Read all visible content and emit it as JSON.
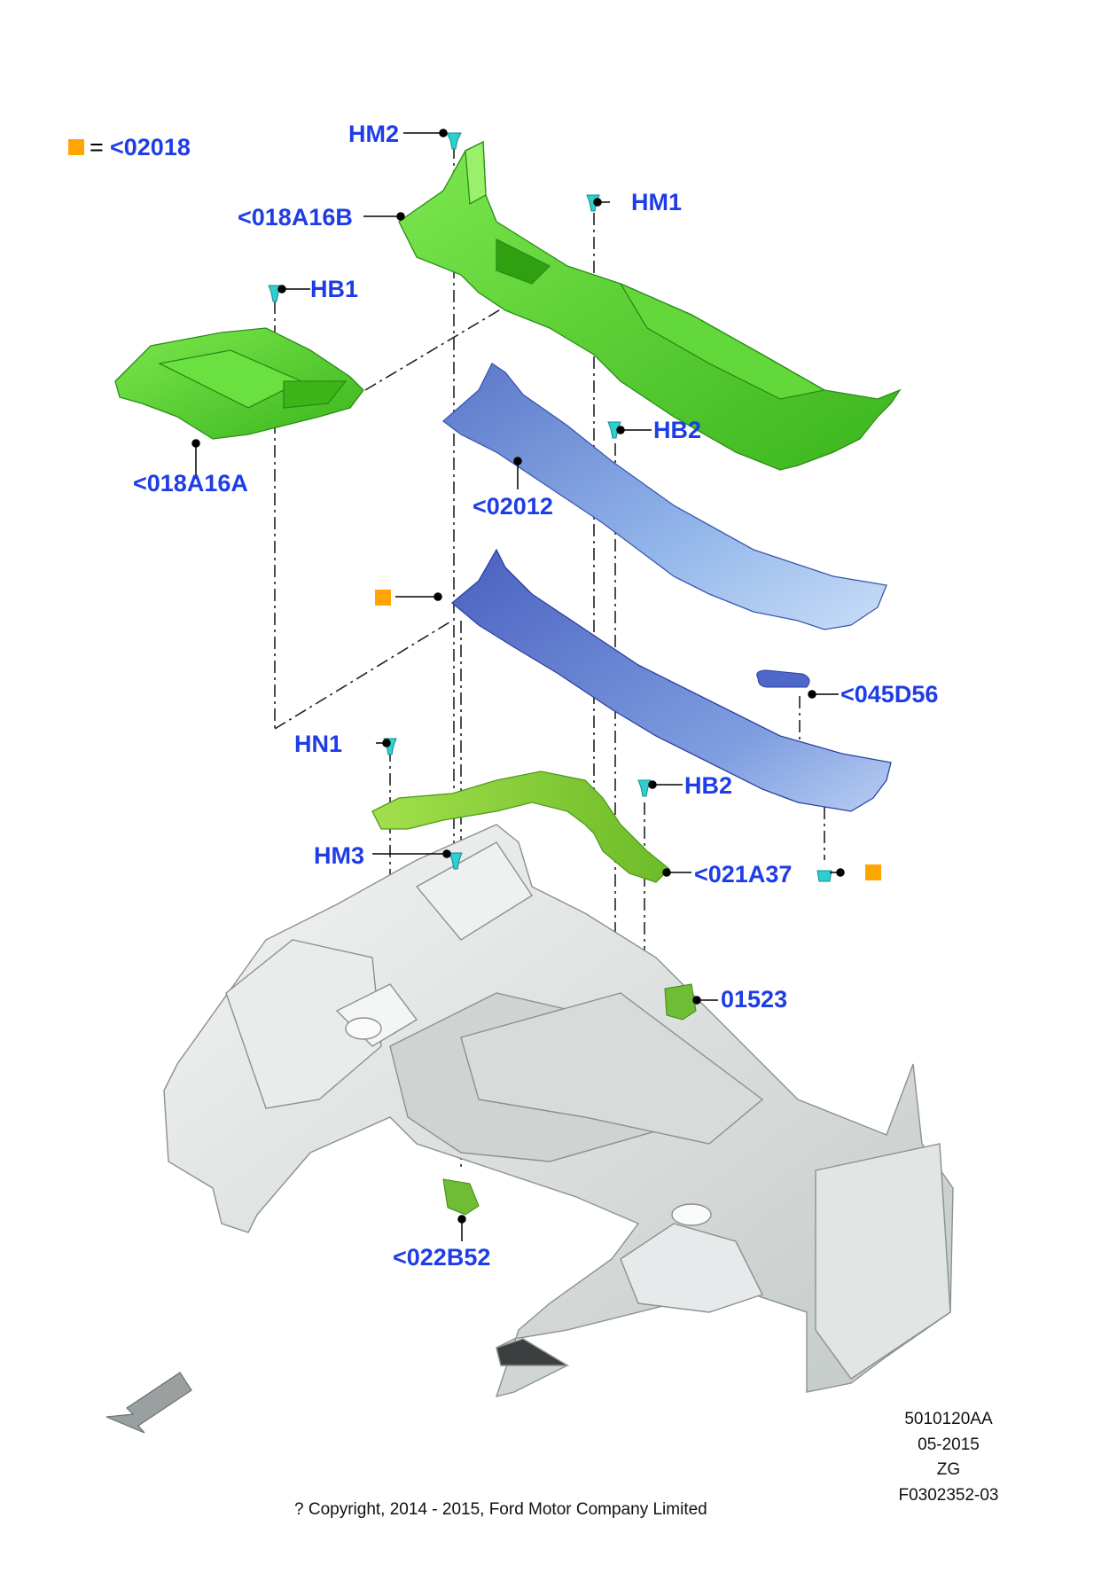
{
  "legend": {
    "text": "<02018",
    "equals": "=",
    "marker_color": "#ffa500"
  },
  "callouts": {
    "hm2": "HM2",
    "hm1": "HM1",
    "part_018a16b": "<018A16B",
    "hb1": "HB1",
    "part_018a16a": "<018A16A",
    "hb2_upper": "HB2",
    "part_02012": "<02012",
    "part_045d56": "<045D56",
    "hn1": "HN1",
    "hb2_lower": "HB2",
    "hm3": "HM3",
    "part_021a37": "<021A37",
    "part_01523": "01523",
    "part_022b52": "<022B52"
  },
  "meta": {
    "code": "5010120AA",
    "date": "05-2015",
    "zg": "ZG",
    "figure_id": "F0302352-03"
  },
  "copyright": "? Copyright, 2014 - 2015, Ford Motor Company Limited",
  "colors": {
    "label_blue": "#1f3de6",
    "cowl_green": "#55d22e",
    "panel_blue": "#6f8fd6",
    "bracket_green": "#8ed43a",
    "body_grey": "#dfe4e3",
    "fastener_cyan": "#2ecfd0",
    "marker_orange": "#ffa500"
  }
}
